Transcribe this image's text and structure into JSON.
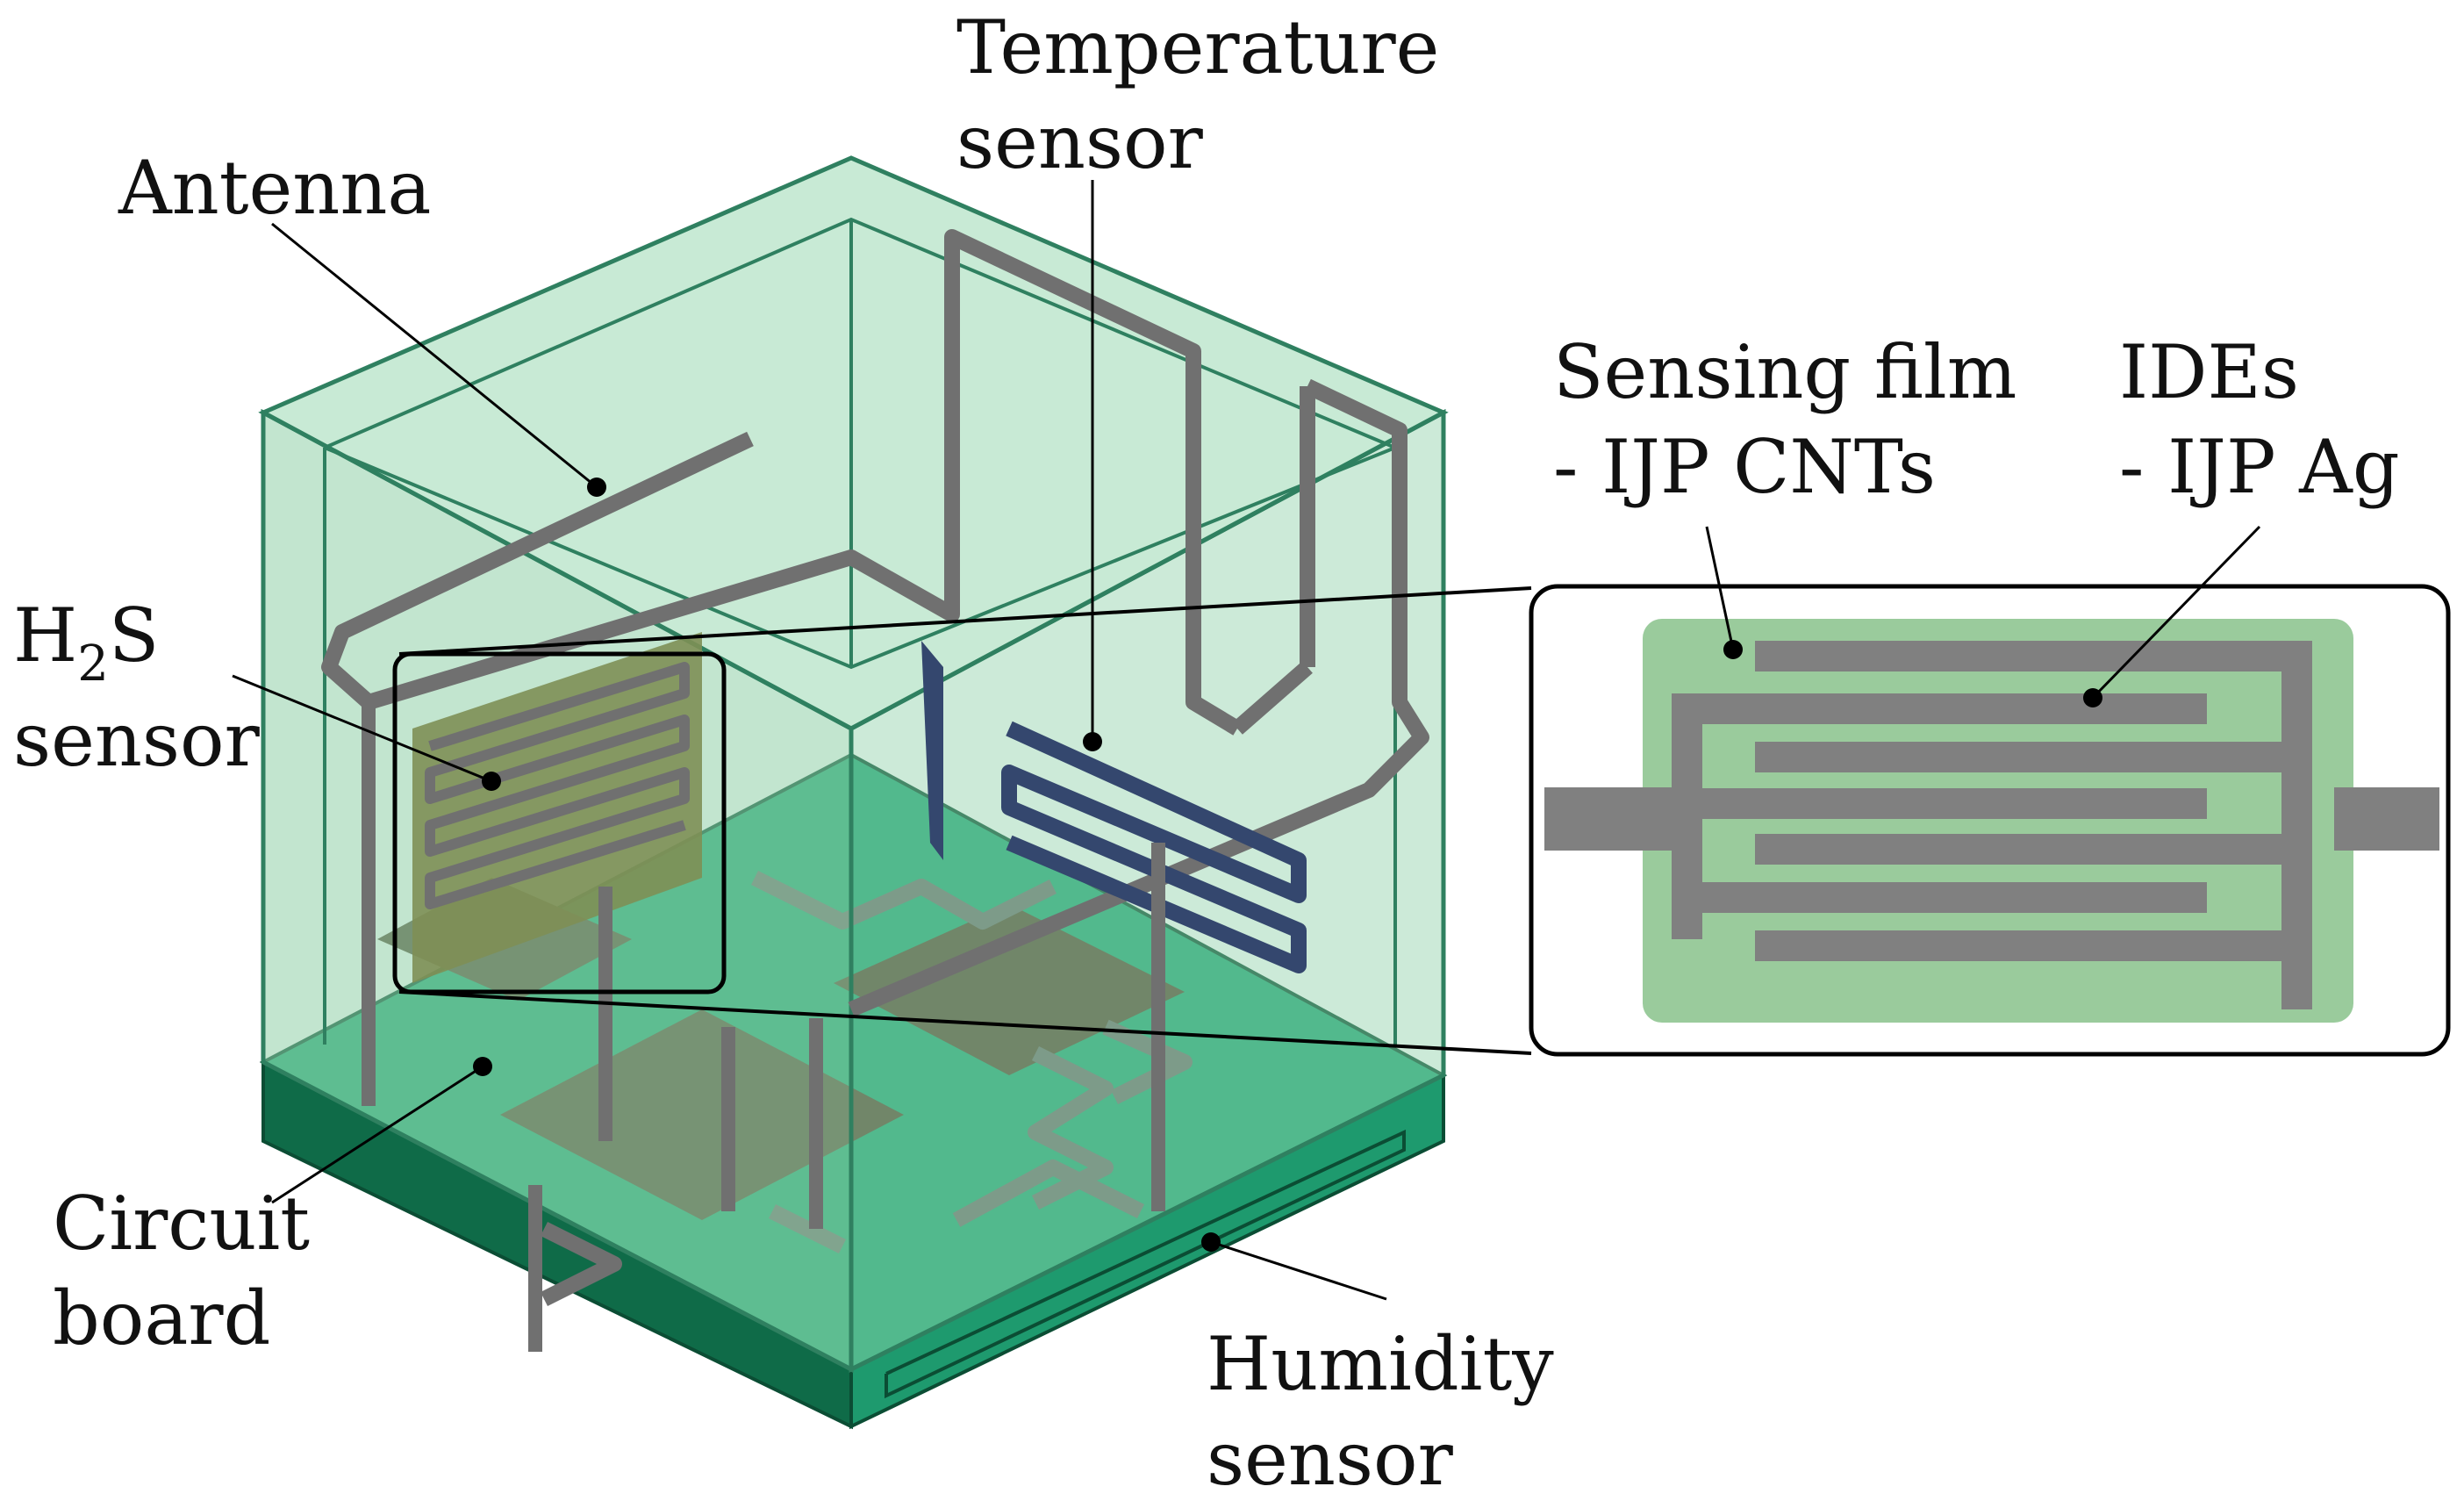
{
  "labels": {
    "antenna": "Antenna",
    "temperature_line1": "Temperature",
    "temperature_line2": "sensor",
    "h2s_prefix": "H",
    "h2s_sub": "2",
    "h2s_suffix": "S",
    "h2s_line2": "sensor",
    "circuit_line1": "Circuit",
    "circuit_line2": "board",
    "humidity_line1": "Humidity",
    "humidity_line2": "sensor",
    "sensing_film_line1": "Sensing film",
    "sensing_film_line2": "- IJP CNTs",
    "ides_line1": "IDEs",
    "ides_line2": "- IJP Ag"
  },
  "colors": {
    "enclosure": "#8fd0a8",
    "enclosure_edge": "#2f8060",
    "board": "#1e9a6e",
    "board_dark": "#0f6b48",
    "trace": "#707070",
    "sensing_film": "#9acb9c",
    "ide": "#808080",
    "temp_sensor": "#34476e",
    "chip": "#5a4a36"
  }
}
